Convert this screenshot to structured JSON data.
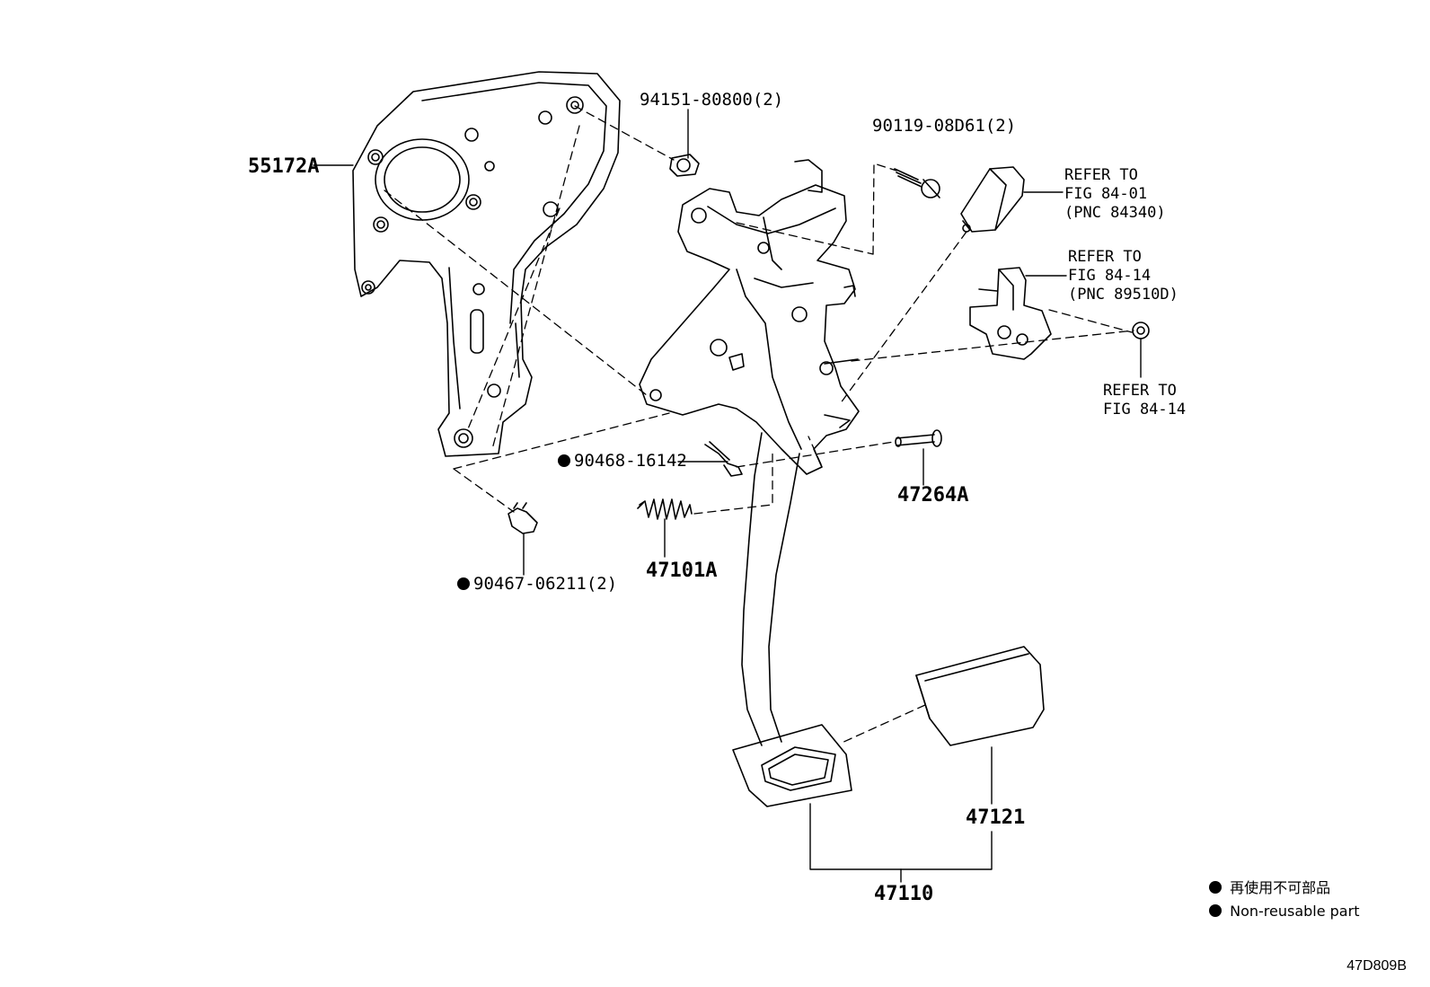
{
  "labels": {
    "p55172a": "55172A",
    "p94151": "94151-80800(2)",
    "p90119": "90119-08D61(2)",
    "p90468": "90468-16142",
    "p90467": "90467-06211(2)",
    "p47264a": "47264A",
    "p47101a": "47101A",
    "p47121": "47121",
    "p47110": "47110"
  },
  "refs": {
    "switch": [
      "REFER TO",
      "FIG 84-01",
      "(PNC 84340)"
    ],
    "sensor": [
      "REFER TO",
      "FIG 84-14",
      "(PNC 89510D)"
    ],
    "nut": [
      "REFER TO",
      "FIG 84-14"
    ]
  },
  "legend": {
    "jp": "再使用不可部品",
    "en": "Non-reusable part"
  },
  "figure_code": "47D809B"
}
